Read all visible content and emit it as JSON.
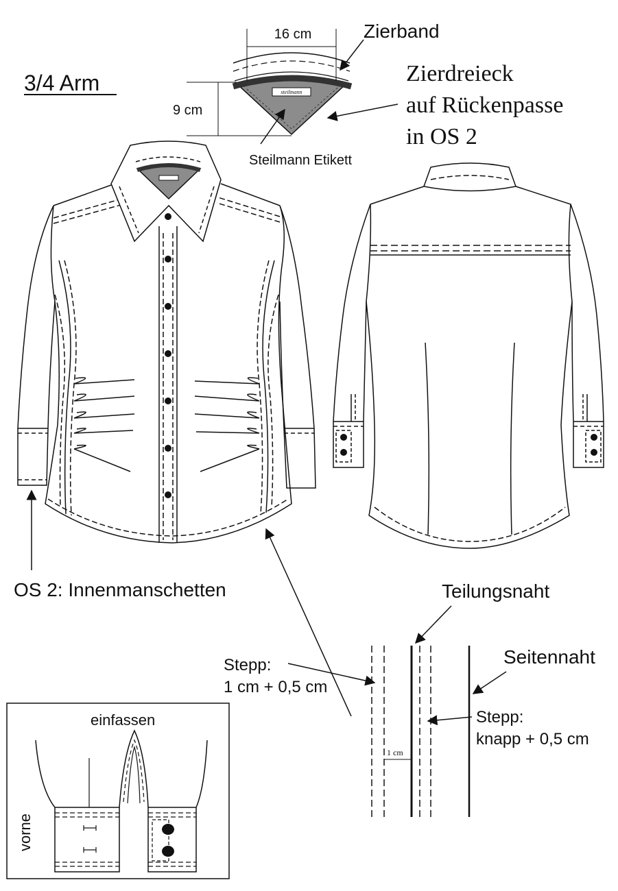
{
  "labels": {
    "sleeve_title": "3/4 Arm",
    "width_dim": "16 cm",
    "height_dim": "9 cm",
    "zierband": "Zierband",
    "zierdreieck_line1": "Zierdreieck",
    "zierdreieck_line2": "auf Rückenpasse",
    "zierdreieck_line3": "in OS 2",
    "etikett": "Steilmann Etikett",
    "label_brand": "steilmann",
    "innenmanschetten": "OS 2: Innenmanschetten",
    "teilungsnaht": "Teilungsnaht",
    "seitennaht": "Seitennaht",
    "stepp_left_line1": "Stepp:",
    "stepp_left_line2": "1 cm + 0,5 cm",
    "stepp_right_line1": "Stepp:",
    "stepp_right_line2": "knapp + 0,5 cm",
    "one_cm": "1 cm",
    "einfassen": "einfassen",
    "vorne": "vorne"
  },
  "colors": {
    "line": "#111111",
    "triangle_fill": "#8a8a8a",
    "triangle_dark": "#555555",
    "band": "#333333"
  },
  "icons": {
    "arrow": "arrow-icon",
    "button": "button-icon"
  }
}
